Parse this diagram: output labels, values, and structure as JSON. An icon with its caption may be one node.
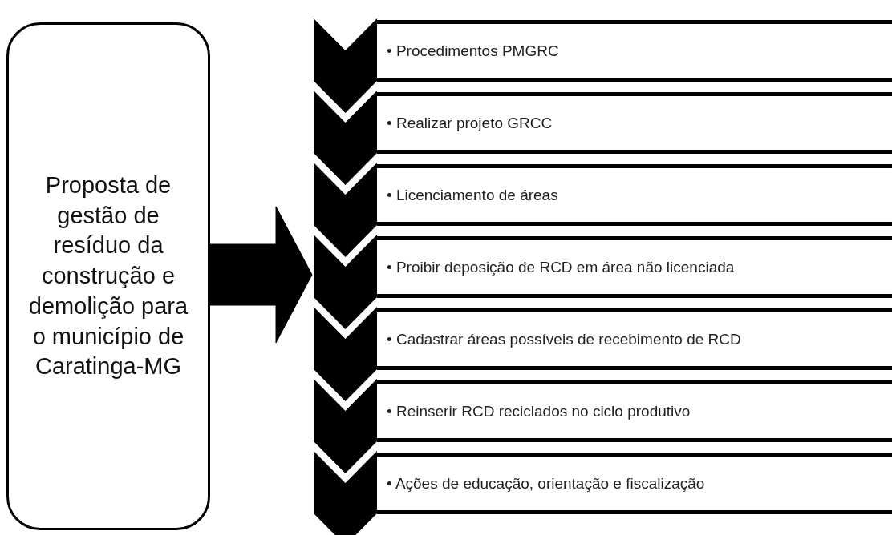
{
  "diagram": {
    "nodes": [
      {
        "text": [
          "Proposta de gestão de resíduo da construção e demolição para o município de Caratinga-MG"
        ]
      },
      {
        "text": [
          "• Procedimentos PMGRC"
        ]
      },
      {
        "text": [
          "• Realizar projeto GRCC"
        ]
      },
      {
        "text": [
          "• Licenciamento de áreas"
        ]
      },
      {
        "text": [
          "• Proibir deposição de RCD em área não licenciada"
        ]
      },
      {
        "text": [
          "• Cadastrar áreas possíveis de recebimento de RCD"
        ]
      },
      {
        "text": [
          "• Reinserir RCD reciclados no ciclo produtivo"
        ]
      },
      {
        "text": [
          "• Ações de educação, orientação e fiscalização"
        ]
      },
      {
        "text": [],
        "shape": "chevron"
      },
      {
        "text": [],
        "shape": "chevron"
      },
      {
        "text": [],
        "shape": "chevron"
      },
      {
        "text": [],
        "shape": "chevron"
      },
      {
        "text": [],
        "shape": "chevron"
      },
      {
        "text": [],
        "shape": "chevron"
      },
      {
        "text": [],
        "shape": "chevron"
      }
    ],
    "edges": [
      {
        "from": 0,
        "to": 11,
        "arrow": "to",
        "style": "thick"
      }
    ]
  }
}
